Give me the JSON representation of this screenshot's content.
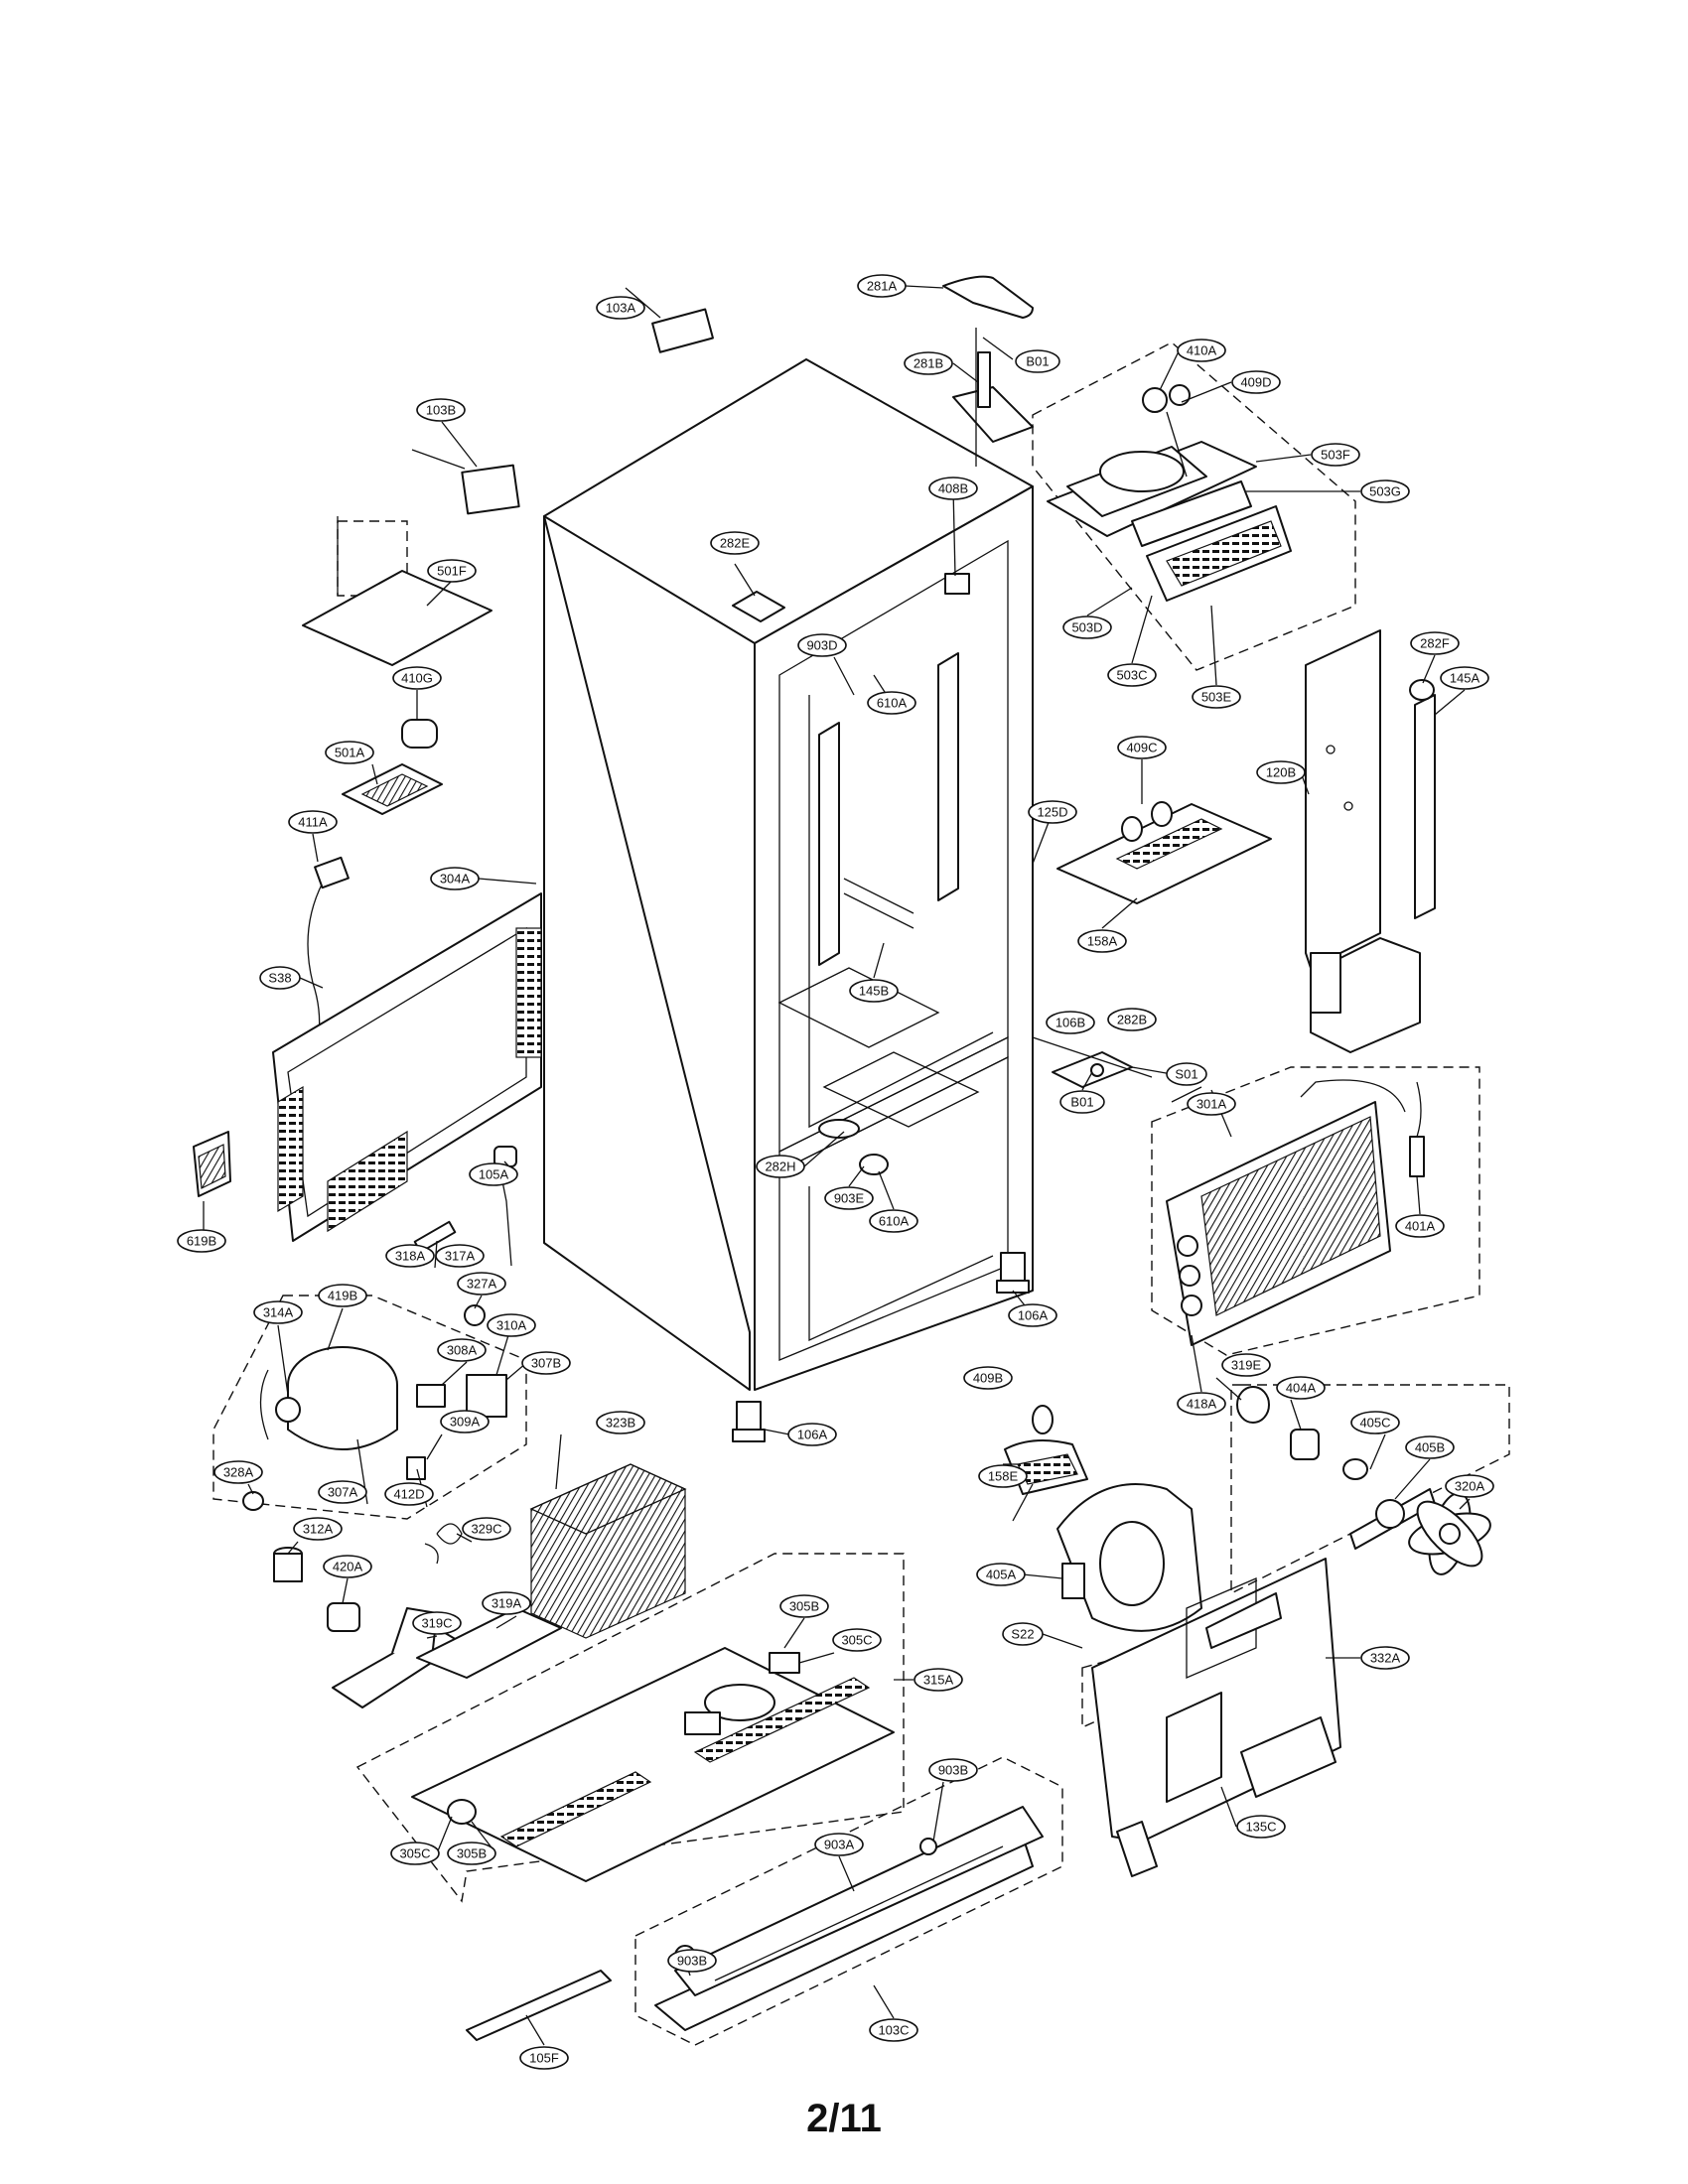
{
  "page_number": "2/11",
  "labels": {
    "l281A": "281A",
    "l103A": "103A",
    "lB01a": "B01",
    "l281B": "281B",
    "l410A": "410A",
    "l409D": "409D",
    "l103B": "103B",
    "l503F": "503F",
    "l503G": "503G",
    "l408B": "408B",
    "l282E": "282E",
    "l501F": "501F",
    "l903D": "903D",
    "l503D": "503D",
    "l503C": "503C",
    "l503E": "503E",
    "l282F": "282F",
    "l410G": "410G",
    "l610Aa": "610A",
    "l145Aa": "145A",
    "l501A": "501A",
    "l409C": "409C",
    "l120B": "120B",
    "l125D": "125D",
    "l411A": "411A",
    "l304A": "304A",
    "l158A": "158A",
    "lS38": "S38",
    "l145B": "145B",
    "l106B": "106B",
    "l282B": "282B",
    "lS01": "S01",
    "l301A": "301A",
    "lB01b": "B01",
    "l282H": "282H",
    "l619B": "619B",
    "l105A": "105A",
    "l903E": "903E",
    "l610Ab": "610A",
    "l401A": "401A",
    "l318A": "318A",
    "l317A": "317A",
    "l327A": "327A",
    "l106Aa": "106A",
    "l419B": "419B",
    "l314A": "314A",
    "l310A": "310A",
    "l308A": "308A",
    "l307B": "307B",
    "l409B": "409B",
    "l418A": "418A",
    "l319E": "319E",
    "l404A": "404A",
    "l405B": "405B",
    "l323B": "323B",
    "l309A": "309A",
    "l106Ab": "106A",
    "l405C": "405C",
    "l328A": "328A",
    "l307A": "307A",
    "l412D": "412D",
    "l320A": "320A",
    "l158E": "158E",
    "l312A": "312A",
    "l329C": "329C",
    "l405A": "405A",
    "l420A": "420A",
    "l305Ba": "305B",
    "l305Ca": "305C",
    "l319C": "319C",
    "l319A": "319A",
    "lS22": "S22",
    "l315A": "315A",
    "l332A": "332A",
    "l903Ba": "903B",
    "l305Cb": "305C",
    "l305Bb": "305B",
    "l135C": "135C",
    "l903A": "903A",
    "l903Bb": "903B",
    "l103C": "103C",
    "l105F": "105F"
  }
}
